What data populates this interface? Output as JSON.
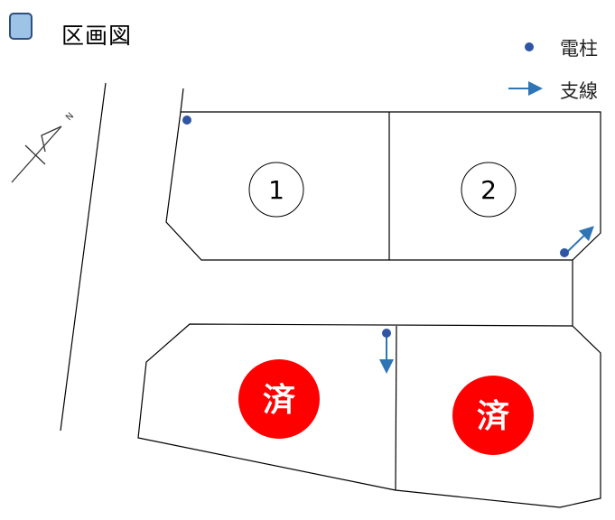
{
  "title": "区画図",
  "legend": {
    "pole_label": "電柱",
    "guy_wire_label": "支線"
  },
  "compass": {
    "north_label": "N"
  },
  "lots": [
    {
      "number": "1",
      "status": ""
    },
    {
      "number": "2",
      "status": ""
    },
    {
      "number": "",
      "status": "済"
    },
    {
      "number": "",
      "status": "済"
    }
  ],
  "colors": {
    "sold": "#ff0000",
    "pole": "#2f55a4",
    "wire": "#2e75b6",
    "swatch": "#9dc3e6"
  }
}
